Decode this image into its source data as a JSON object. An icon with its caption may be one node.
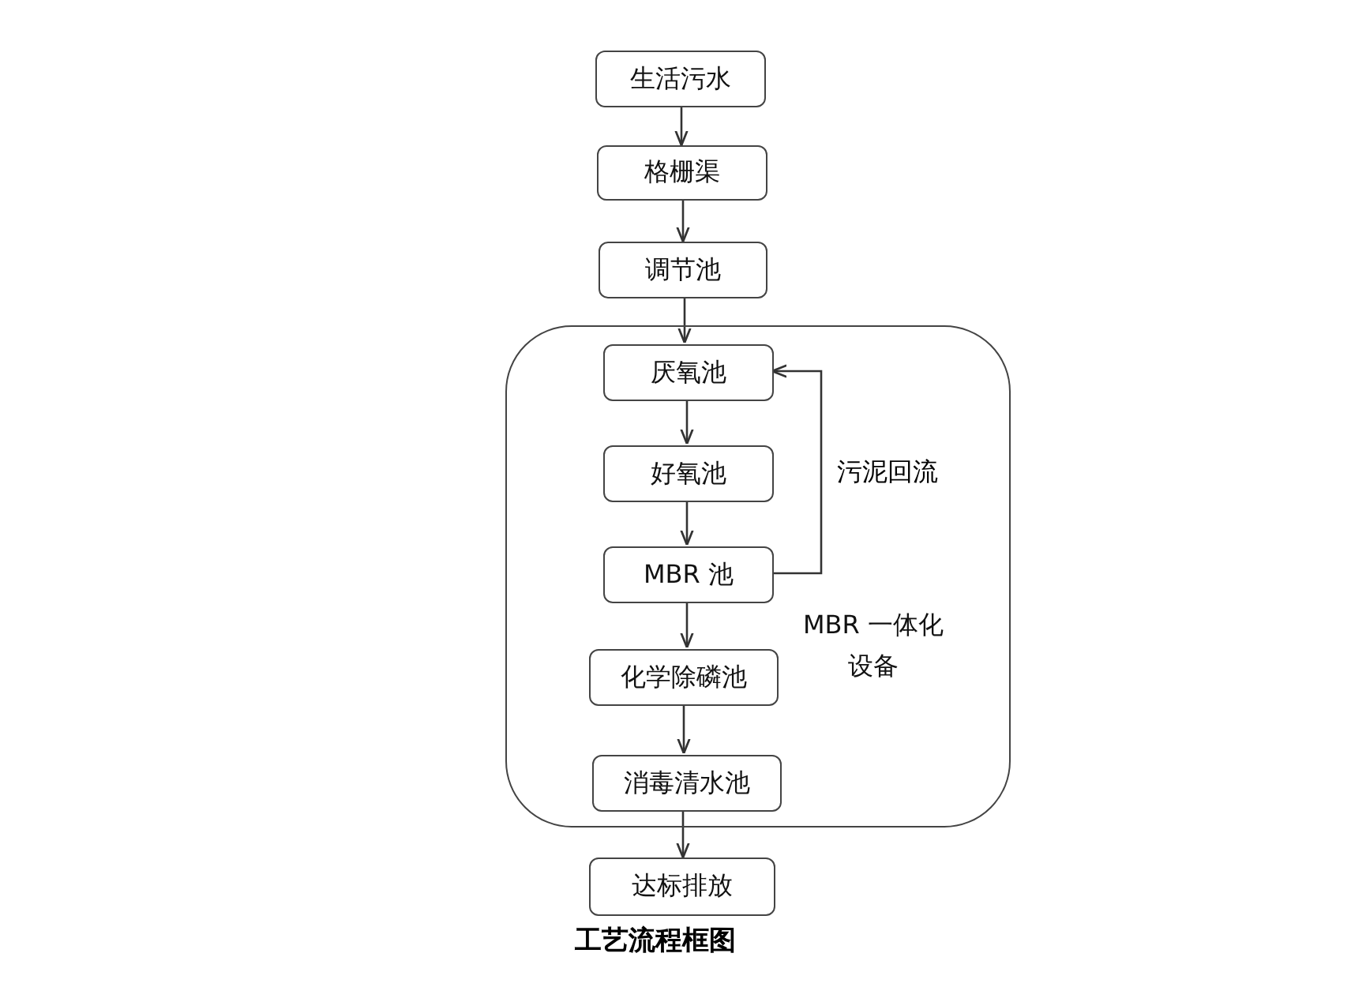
{
  "diagram": {
    "caption": "工艺流程框图",
    "nodes": [
      {
        "text": [
          "生活污水"
        ]
      },
      {
        "text": [
          "格栅渠"
        ]
      },
      {
        "text": [
          "调节池"
        ]
      },
      {
        "text": [
          "MBR 一体化设备"
        ]
      },
      {
        "text": [
          "厌氧池"
        ],
        "in": 3
      },
      {
        "text": [
          "好氧池"
        ],
        "in": 3
      },
      {
        "text": [
          "MBR 池"
        ],
        "in": 3
      },
      {
        "text": [
          "化学除磷池"
        ],
        "in": 3
      },
      {
        "text": [
          "消毒清水池"
        ],
        "in": 3
      },
      {
        "text": [
          "达标排放"
        ]
      }
    ],
    "edges": [
      {
        "from": 0,
        "to": 1,
        "arrow": "to"
      },
      {
        "from": 1,
        "to": 2,
        "arrow": "to"
      },
      {
        "from": 2,
        "to": 4,
        "arrow": "to"
      },
      {
        "from": 4,
        "to": 5,
        "arrow": "to"
      },
      {
        "from": 5,
        "to": 6,
        "arrow": "to"
      },
      {
        "from": 6,
        "to": 7,
        "arrow": "to"
      },
      {
        "from": 7,
        "to": 8,
        "arrow": "to"
      },
      {
        "from": 8,
        "to": 9,
        "arrow": "to"
      },
      {
        "from": 6,
        "to": 4,
        "arrow": "to",
        "label": "污泥回流"
      }
    ]
  }
}
